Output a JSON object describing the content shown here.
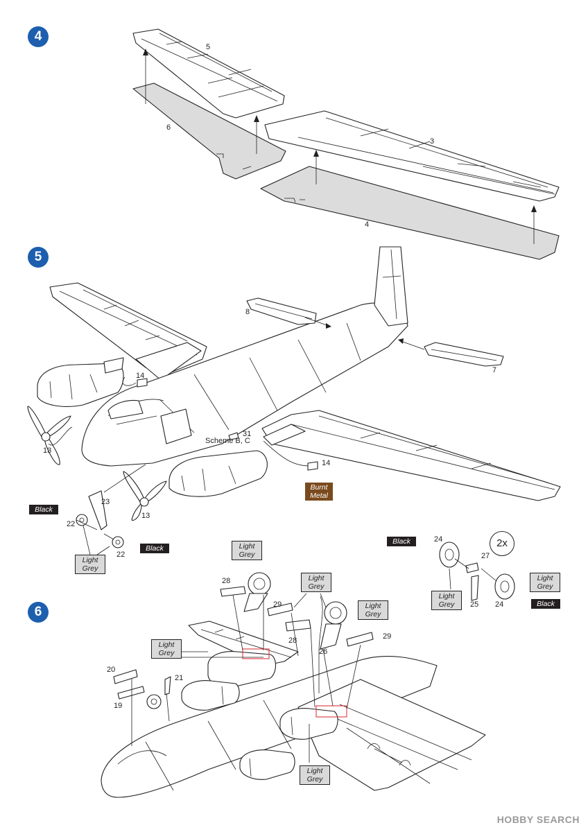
{
  "steps": {
    "s4": "4",
    "s5": "5",
    "s6": "6"
  },
  "parts": {
    "p3": "3",
    "p4": "4",
    "p5": "5",
    "p6": "6",
    "p7": "7",
    "p8": "8",
    "p13a": "13",
    "p13b": "13",
    "p14a": "14",
    "p14b": "14",
    "p19": "19",
    "p20": "20",
    "p21": "21",
    "p22a": "22",
    "p22b": "22",
    "p23": "23",
    "p24a": "24",
    "p24b": "24",
    "p25": "25",
    "p26": "26",
    "p27": "27",
    "p28a": "28",
    "p28b": "28",
    "p29a": "29",
    "p29b": "29",
    "p31": "31"
  },
  "notes": {
    "scheme": "Scheme B, C",
    "qty": "2x"
  },
  "colors": {
    "black": "Black",
    "light_grey": [
      "Light",
      "Grey"
    ],
    "burnt_metal": [
      "Burnt",
      "Metal"
    ],
    "step_badge_color": "#1d5fae",
    "burnt_metal_color": "#7a4a1e",
    "highlight_color": "#d8232a"
  },
  "watermark": "HOBBY SEARCH"
}
